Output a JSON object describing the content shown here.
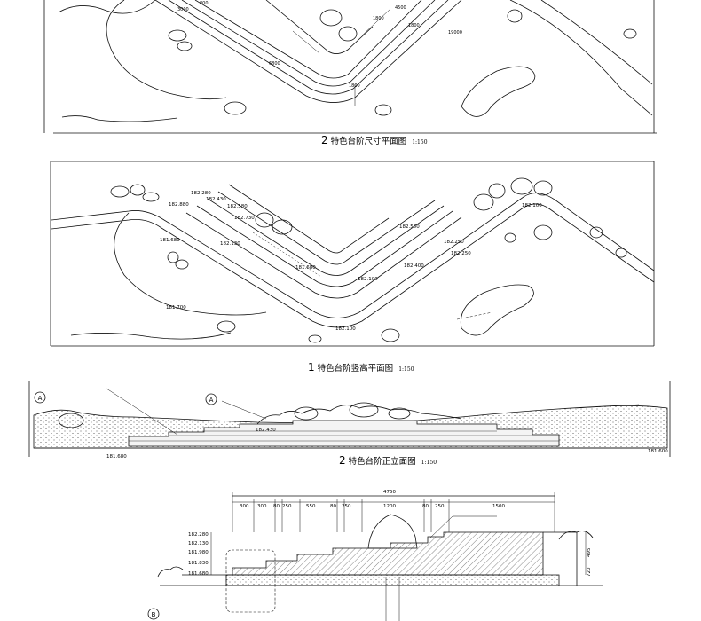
{
  "titles": {
    "t1": {
      "num": "2",
      "text": "特色台阶尺寸平面图",
      "scale": "1:150"
    },
    "t2": {
      "num": "1",
      "text": "特色台阶竖高平面图",
      "scale": "1:150"
    },
    "t3": {
      "num": "2",
      "text": "特色台阶正立面图",
      "scale": "1:150"
    }
  },
  "plan_dims": [
    "3000",
    "800",
    "6800",
    "1800",
    "4500",
    "1800",
    "1800",
    "19000"
  ],
  "level_marks": {
    "p2": [
      "182.280",
      "182.430",
      "182.580",
      "182.730",
      "182.880",
      "181.680",
      "182.130",
      "182.100",
      "182.250",
      "182.400",
      "182.550",
      "181.700",
      "182.100",
      "181.680",
      "182.100",
      "182.250"
    ],
    "elev": [
      "182.430",
      "181.680",
      "181.600"
    ]
  },
  "section": {
    "overall": "4750",
    "segments": [
      "300",
      "300",
      "80",
      "250",
      "550",
      "80",
      "250",
      "1200",
      "80",
      "250",
      "1500"
    ],
    "heights": [
      "495",
      "720"
    ],
    "levels": [
      "182.280",
      "182.130",
      "181.980",
      "181.830",
      "181.680"
    ]
  },
  "callouts": [
    "A",
    "A",
    "B"
  ]
}
